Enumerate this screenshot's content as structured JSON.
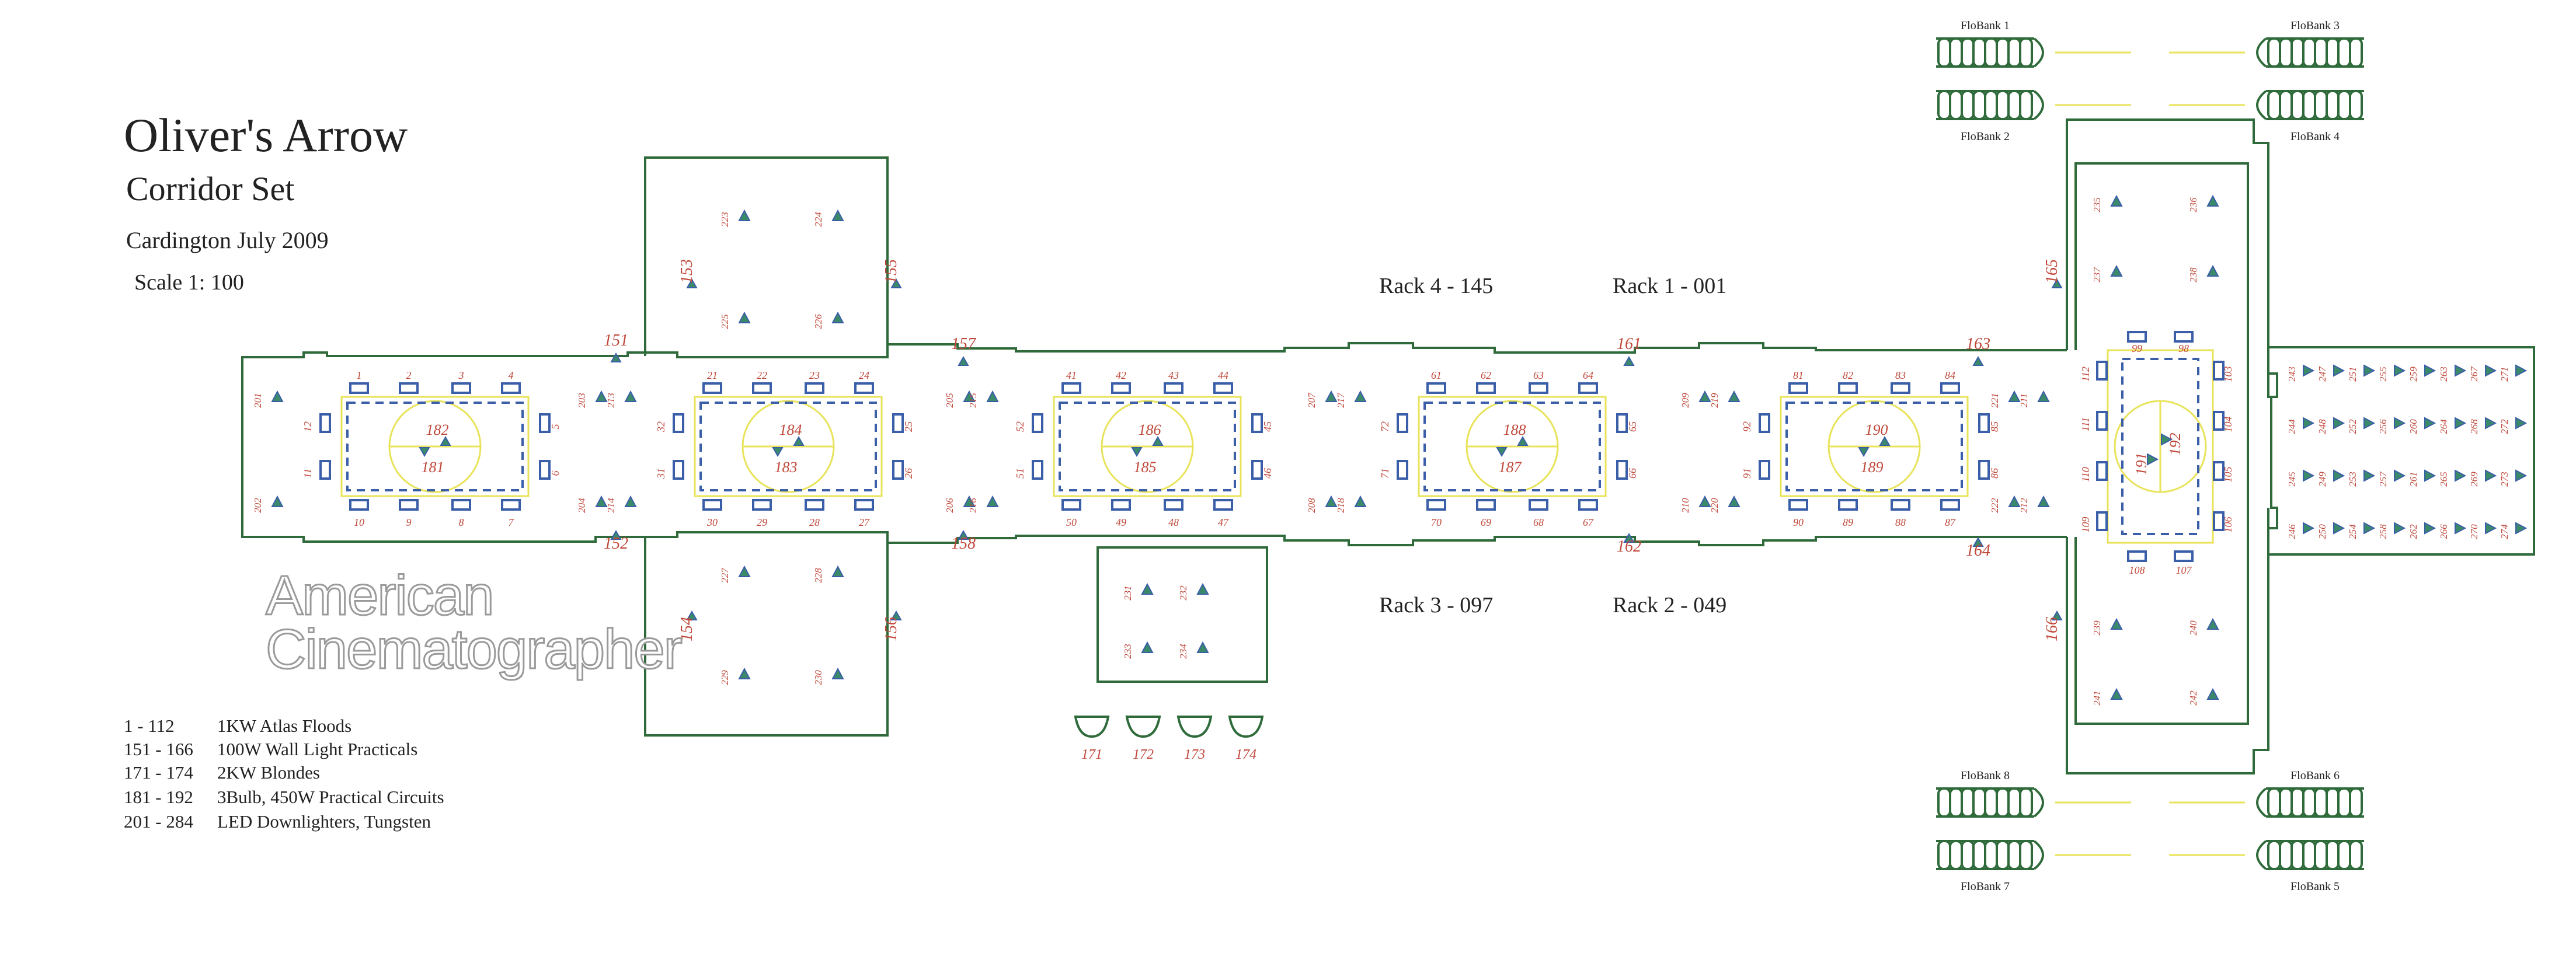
{
  "title": "Oliver's Arrow",
  "subtitle": "Corridor Set",
  "location": "Cardington July 2009",
  "scale": "Scale 1: 100",
  "watermark": [
    "American",
    "Cinematographer"
  ],
  "legend": [
    {
      "range": "1 - 112",
      "desc": "1KW Atlas Floods"
    },
    {
      "range": "151 - 166",
      "desc": "100W Wall Light Practicals"
    },
    {
      "range": "171 - 174",
      "desc": "2KW Blondes"
    },
    {
      "range": "181 - 192",
      "desc": "3Bulb, 450W Practical Circuits"
    },
    {
      "range": "201 - 284",
      "desc": "LED Downlighters, Tungsten"
    }
  ],
  "racks": [
    {
      "label": "Rack 4 - 145"
    },
    {
      "label": "Rack 1 - 001"
    },
    {
      "label": "Rack 3 - 097"
    },
    {
      "label": "Rack 2 - 049"
    }
  ],
  "flobanks": [
    "FloBank 1",
    "FloBank 2",
    "FloBank 3",
    "FloBank 4",
    "FloBank 5",
    "FloBank 6",
    "FloBank 7",
    "FloBank 8"
  ],
  "wall_practicals": [
    "151",
    "152",
    "153",
    "154",
    "155",
    "156",
    "157",
    "158",
    "161",
    "162",
    "163",
    "164",
    "165",
    "166"
  ],
  "blondes": [
    "171",
    "172",
    "173",
    "174"
  ],
  "rooms": [
    {
      "top": [
        "1",
        "2",
        "3",
        "4"
      ],
      "bottom": [
        "10",
        "9",
        "8",
        "7"
      ],
      "left": [
        "12",
        "11"
      ],
      "right": [
        "5",
        "6"
      ],
      "practicals": [
        "182",
        "181"
      ]
    },
    {
      "top": [
        "21",
        "22",
        "23",
        "24"
      ],
      "bottom": [
        "30",
        "29",
        "28",
        "27"
      ],
      "left": [
        "32",
        "31"
      ],
      "right": [
        "25",
        "26"
      ],
      "practicals": [
        "184",
        "183"
      ]
    },
    {
      "top": [
        "41",
        "42",
        "43",
        "44"
      ],
      "bottom": [
        "50",
        "49",
        "48",
        "47"
      ],
      "left": [
        "52",
        "51"
      ],
      "right": [
        "45",
        "46"
      ],
      "practicals": [
        "186",
        "185"
      ]
    },
    {
      "top": [
        "61",
        "62",
        "63",
        "64"
      ],
      "bottom": [
        "70",
        "69",
        "68",
        "67"
      ],
      "left": [
        "72",
        "71"
      ],
      "right": [
        "65",
        "66"
      ],
      "practicals": [
        "188",
        "187"
      ]
    },
    {
      "top": [
        "81",
        "82",
        "83",
        "84"
      ],
      "bottom": [
        "90",
        "89",
        "88",
        "87"
      ],
      "left": [
        "92",
        "91"
      ],
      "right": [
        "85",
        "86"
      ],
      "practicals": [
        "190",
        "189"
      ]
    }
  ],
  "end_room": {
    "top": [
      "99",
      "98"
    ],
    "bottom": [
      "108",
      "107"
    ],
    "left": [
      "112",
      "111",
      "110",
      "109"
    ],
    "right": [
      "103",
      "104",
      "105",
      "106"
    ],
    "practicals": [
      "191",
      "192"
    ]
  },
  "downlighters": [
    "201",
    "202",
    "203",
    "204",
    "205",
    "206",
    "207",
    "208",
    "209",
    "210",
    "211",
    "212",
    "213",
    "214",
    "215",
    "216",
    "217",
    "218",
    "219",
    "220",
    "221",
    "222",
    "223",
    "224",
    "225",
    "226",
    "227",
    "228",
    "229",
    "230",
    "231",
    "232",
    "233",
    "234",
    "235",
    "236",
    "237",
    "238",
    "239",
    "240",
    "241",
    "242",
    "243",
    "244",
    "245",
    "246",
    "247",
    "248",
    "249",
    "250",
    "251",
    "252",
    "253",
    "254",
    "255",
    "256",
    "257",
    "258",
    "259",
    "260",
    "261",
    "262",
    "263",
    "264",
    "265",
    "266",
    "267",
    "268",
    "269",
    "270",
    "271",
    "272",
    "273",
    "274"
  ],
  "colors": {
    "wall": "#2f6b3a",
    "fixture": "#3a5ea8",
    "track": "#e8e35a",
    "label": "#c0483a",
    "flobank": "#2f6b3a"
  }
}
